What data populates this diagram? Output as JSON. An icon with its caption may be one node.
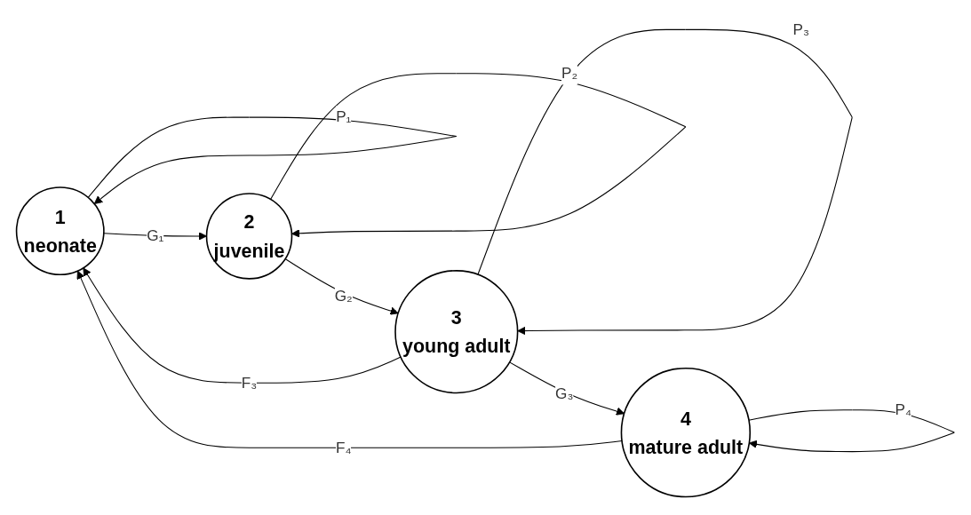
{
  "diagram": {
    "nodes": [
      {
        "text": [
          "1",
          "neonate"
        ]
      },
      {
        "text": [
          "2",
          "juvenile"
        ]
      },
      {
        "text": [
          "3",
          "young adult"
        ]
      },
      {
        "text": [
          "4",
          "mature adult"
        ]
      }
    ],
    "edges": [
      {
        "from": 0,
        "to": 1,
        "arrow": "to",
        "label": "G₁"
      },
      {
        "from": 1,
        "to": 2,
        "arrow": "to",
        "label": "G₂"
      },
      {
        "from": 2,
        "to": 3,
        "arrow": "to",
        "label": "G₃"
      },
      {
        "from": 2,
        "to": 0,
        "arrow": "to",
        "label": "F₃"
      },
      {
        "from": 3,
        "to": 0,
        "arrow": "to",
        "label": "F₄"
      },
      {
        "from": 0,
        "to": 0,
        "arrow": "to",
        "label": "P₁"
      },
      {
        "from": 1,
        "to": 1,
        "arrow": "to",
        "label": "P₂"
      },
      {
        "from": 2,
        "to": 2,
        "arrow": "to",
        "label": "P₃"
      },
      {
        "from": 3,
        "to": 3,
        "arrow": "to",
        "label": "P₄"
      }
    ]
  }
}
